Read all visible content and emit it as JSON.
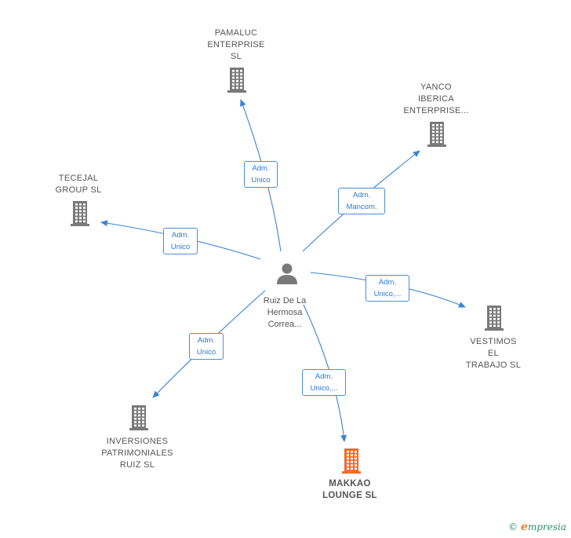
{
  "center": {
    "label": "Ruiz De La\nHermosa\nCorrea...",
    "icon": "person-icon"
  },
  "companies": [
    {
      "id": "pamaluc",
      "label": "PAMALUC\nENTERPRISE\nSL",
      "icon": "building-icon",
      "highlight": false
    },
    {
      "id": "yanco",
      "label": "YANCO\nIBERICA\nENTERPRISE...",
      "icon": "building-icon",
      "highlight": false
    },
    {
      "id": "tecejal",
      "label": "TECEJAL\nGROUP SL",
      "icon": "building-icon",
      "highlight": false
    },
    {
      "id": "vestimos",
      "label": "VESTIMOS\nEL\nTRABAJO  SL",
      "icon": "building-icon",
      "highlight": false
    },
    {
      "id": "inversiones",
      "label": "INVERSIONES\nPATRIMONIALES\nRUIZ SL",
      "icon": "building-icon",
      "highlight": false
    },
    {
      "id": "makkao",
      "label": "MAKKAO\nLOUNGE  SL",
      "icon": "building-icon",
      "highlight": true
    }
  ],
  "edges": [
    {
      "to": "pamaluc",
      "label": "Adm.\nUnico"
    },
    {
      "to": "yanco",
      "label": "Adm.\nMancom."
    },
    {
      "to": "tecejal",
      "label": "Adm.\nUnico"
    },
    {
      "to": "vestimos",
      "label": "Adm.\nUnico,..."
    },
    {
      "to": "inversiones",
      "label": "Adm.\nUnico"
    },
    {
      "to": "makkao",
      "label": "Adm.\nUnico,..."
    }
  ],
  "colors": {
    "edge": "#3c84d4",
    "building": "#7a7a7a",
    "highlight": "#f26b2e",
    "person": "#7a7a7a"
  },
  "footer": {
    "copyright": "©",
    "brand_initial": "e",
    "brand_rest": "mpresia"
  }
}
